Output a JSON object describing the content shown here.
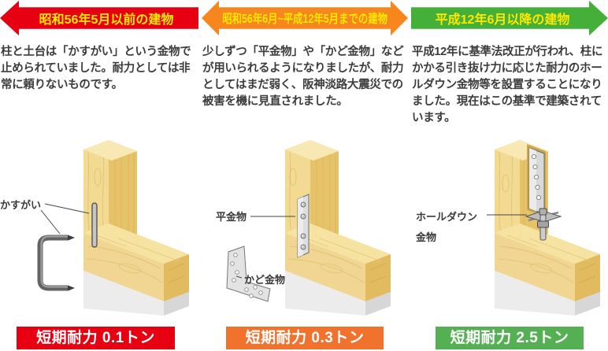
{
  "colors": {
    "red": "#e60012",
    "orange": "#f6861d",
    "green": "#44b039",
    "label_orange": "#f1722d",
    "label_green": "#55b054",
    "banner_text": "#ffe800"
  },
  "columns": [
    {
      "id": "pre-1981",
      "banner": {
        "label": "昭和56年5月以前の建物",
        "arrow": "left",
        "color": "#e60012"
      },
      "description": "柱と土台は「かすがい」という金物で止められていました。耐力としては非常に頼りないものです。",
      "hardware_labels": [
        {
          "text": "かすがい"
        }
      ],
      "strength": {
        "label": "短期耐力 0.1トン",
        "color": "#e60012"
      }
    },
    {
      "id": "1981-2000",
      "banner": {
        "label": "昭和56年6月~平成12年5月までの建物",
        "arrow": "both",
        "color": "#f6861d"
      },
      "description": "少しずつ「平金物」や「かど金物」などが用いられるようになりましたが、耐力としてはまだ弱く、阪神淡路大震災での被害を機に見直されました。",
      "hardware_labels": [
        {
          "text": "平金物"
        },
        {
          "text": "かど金物"
        }
      ],
      "strength": {
        "label": "短期耐力 0.3トン",
        "color": "#f1722d"
      }
    },
    {
      "id": "post-2000",
      "banner": {
        "label": "平成12年6月以降の建物",
        "arrow": "right",
        "color": "#44b039"
      },
      "description": "平成12年に基準法改正が行われ、柱にかかる引き抜け力に応じた耐力のホールダウン金物等を設置することになりました。現在はこの基準で建築されています。",
      "hardware_labels": [
        {
          "text": "ホールダウン金物"
        }
      ],
      "strength": {
        "label": "短期耐力 2.5トン",
        "color": "#55b054"
      }
    }
  ]
}
